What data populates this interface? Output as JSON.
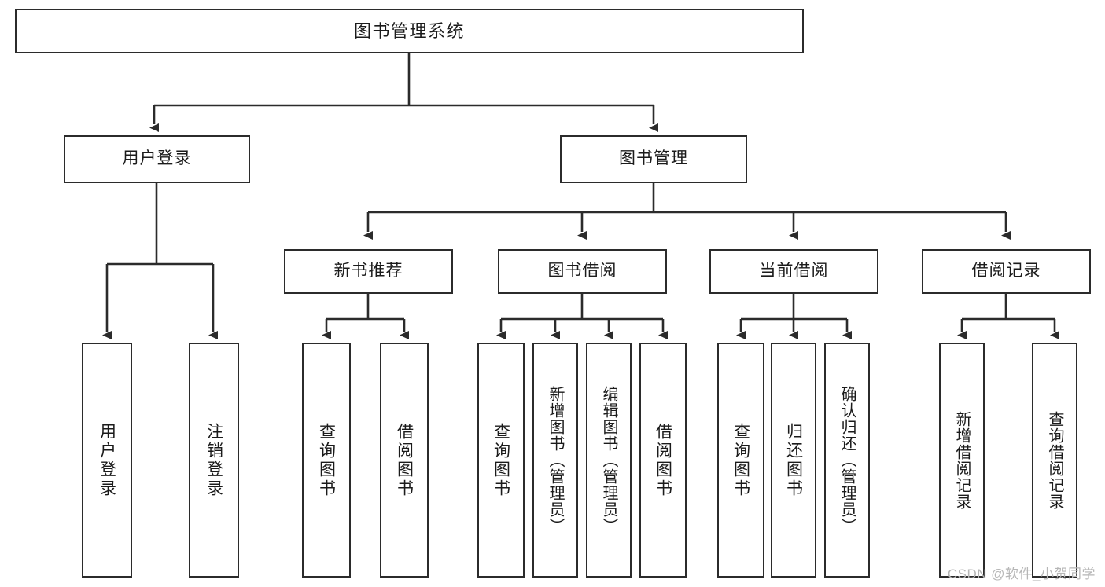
{
  "diagram": {
    "title": "图书管理系统",
    "type": "tree-hierarchy",
    "watermark": "CSDN @软件_小贺同学",
    "colors": {
      "stroke": "#2b2b2b",
      "fill": "#ffffff",
      "text": "#1b1b1b",
      "watermark": "#b6b6b6"
    },
    "root": {
      "label": "图书管理系统"
    },
    "level2": [
      {
        "label": "用户登录"
      },
      {
        "label": "图书管理"
      }
    ],
    "level3": [
      {
        "label": "新书推荐"
      },
      {
        "label": "图书借阅"
      },
      {
        "label": "当前借阅"
      },
      {
        "label": "借阅记录"
      }
    ],
    "leaves": {
      "user_login": [
        {
          "label": "用户登录"
        },
        {
          "label": "注销登录"
        }
      ],
      "new_book_recommend": [
        {
          "label": "查询图书"
        },
        {
          "label": "借阅图书"
        }
      ],
      "book_borrow": [
        {
          "label": "查询图书"
        },
        {
          "label": "新增图书（管理员）"
        },
        {
          "label": "编辑图书（管理员）"
        },
        {
          "label": "借阅图书"
        }
      ],
      "current_borrow": [
        {
          "label": "查询图书"
        },
        {
          "label": "归还图书"
        },
        {
          "label": "确认归还（管理员）"
        }
      ],
      "borrow_record": [
        {
          "label": "新增借阅记录"
        },
        {
          "label": "查询借阅记录"
        }
      ]
    }
  }
}
